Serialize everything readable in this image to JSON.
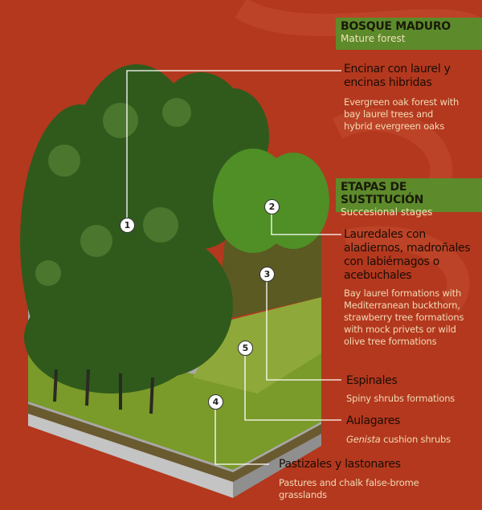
{
  "header": {
    "title": "BOSQUE MADURO",
    "subtitle": "Mature forest"
  },
  "section2": {
    "title": "ETAPAS DE SUSTITUCIÓN",
    "subtitle": "Succesional stages"
  },
  "items": [
    {
      "number": "1",
      "label_line1": "Encinar con laurel y",
      "label_line2": "encinas hibridas",
      "desc": [
        "Evergreen oak forest with",
        "bay laurel trees and",
        "hybrid evergreen oaks"
      ]
    },
    {
      "number": "2",
      "label_line1": "Lauredales con",
      "label_line2": "aladiernos, madroñales",
      "label_line3": "con labiérnagos o",
      "label_line4": "acebuchales",
      "desc": [
        "Bay laurel formations with",
        "Mediterranean buckthorn,",
        "strawberry tree formations",
        "with mock privets or wild",
        "olive tree formations"
      ]
    },
    {
      "number": "3",
      "label": "Espinales",
      "desc": "Spiny shrubs formations"
    },
    {
      "number": "5",
      "label": "Aulagares",
      "desc_italic": "Genista",
      "desc": " cushion shrubs"
    },
    {
      "number": "4",
      "label": "Pastizales y lastonares",
      "desc": [
        "Pastures and chalk false-brome",
        "grasslands"
      ]
    }
  ],
  "colors": {
    "background": "#b3381e",
    "box": "#5d8b2b",
    "forest": "#2f5a1c",
    "successional": "#4f8f25"
  }
}
